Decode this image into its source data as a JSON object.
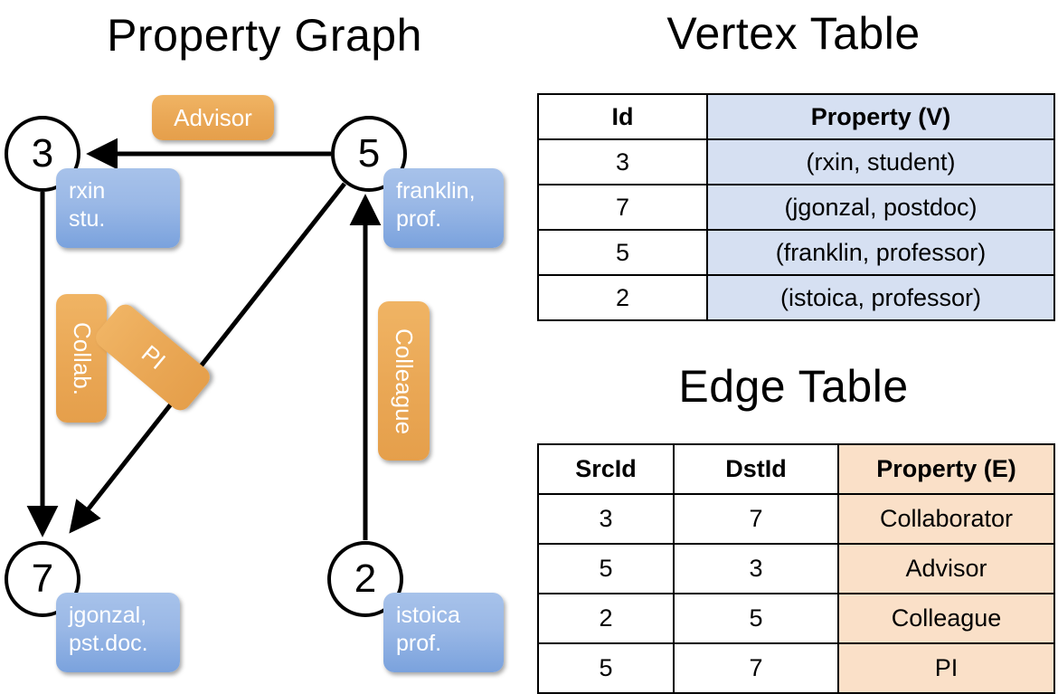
{
  "titles": {
    "graph": "Property Graph",
    "vertex": "Vertex Table",
    "edge": "Edge Table"
  },
  "graph": {
    "nodes": [
      {
        "id": "3",
        "label_line1": "rxin",
        "label_line2": "stu."
      },
      {
        "id": "5",
        "label_line1": "franklin,",
        "label_line2": "prof."
      },
      {
        "id": "7",
        "label_line1": "jgonzal,",
        "label_line2": "pst.doc."
      },
      {
        "id": "2",
        "label_line1": "istoica",
        "label_line2": "prof."
      }
    ],
    "edge_labels": [
      {
        "text": "Advisor",
        "orientation": "horizontal"
      },
      {
        "text": "Collab.",
        "orientation": "vertical"
      },
      {
        "text": "PI",
        "orientation": "vertical-rotated"
      },
      {
        "text": "Colleague",
        "orientation": "vertical"
      }
    ],
    "edges": [
      {
        "src": "5",
        "dst": "3",
        "label": "Advisor"
      },
      {
        "src": "3",
        "dst": "7",
        "label": "Collab."
      },
      {
        "src": "5",
        "dst": "7",
        "label": "PI"
      },
      {
        "src": "2",
        "dst": "5",
        "label": "Colleague"
      }
    ]
  },
  "vertex_table": {
    "headers": [
      "Id",
      "Property (V)"
    ],
    "rows": [
      {
        "id": "3",
        "property": "(rxin, student)"
      },
      {
        "id": "7",
        "property": "(jgonzal, postdoc)"
      },
      {
        "id": "5",
        "property": "(franklin, professor)"
      },
      {
        "id": "2",
        "property": "(istoica, professor)"
      }
    ]
  },
  "edge_table": {
    "headers": [
      "SrcId",
      "DstId",
      "Property (E)"
    ],
    "rows": [
      {
        "src": "3",
        "dst": "7",
        "property": "Collaborator"
      },
      {
        "src": "5",
        "dst": "3",
        "property": "Advisor"
      },
      {
        "src": "2",
        "dst": "5",
        "property": "Colleague"
      },
      {
        "src": "5",
        "dst": "7",
        "property": "PI"
      }
    ]
  },
  "colors": {
    "vertex_header_blue": "#d6e0f2",
    "edge_header_orange": "#fae0c8",
    "node_box_blue": "#9ab8e6",
    "edge_label_orange": "#eaa856",
    "stroke": "#000000",
    "background": "#ffffff"
  }
}
